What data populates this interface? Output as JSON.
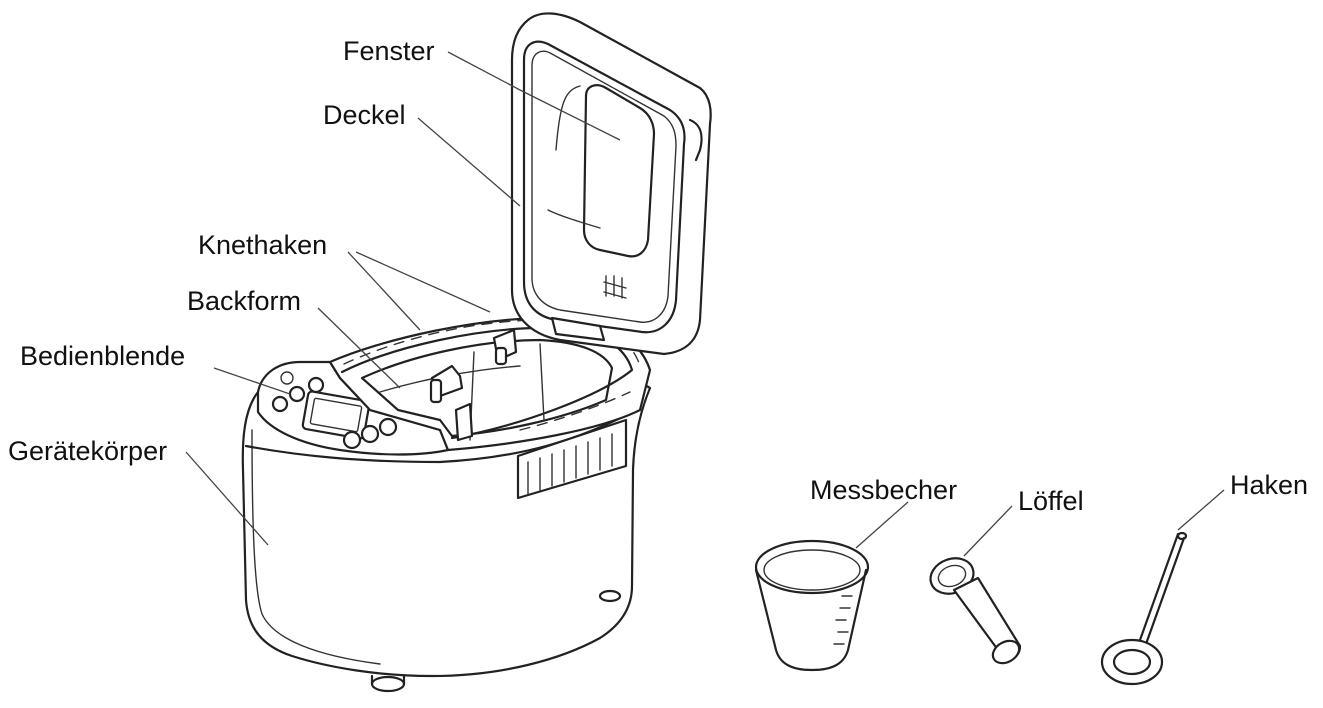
{
  "labels": {
    "fenster": "Fenster",
    "deckel": "Deckel",
    "knethaken": "Knethaken",
    "backform": "Backform",
    "bedienblende": "Bedienblende",
    "geraetekoerper": "Gerätekörper",
    "messbecher": "Messbecher",
    "loeffel": "Löffel",
    "haken": "Haken"
  }
}
